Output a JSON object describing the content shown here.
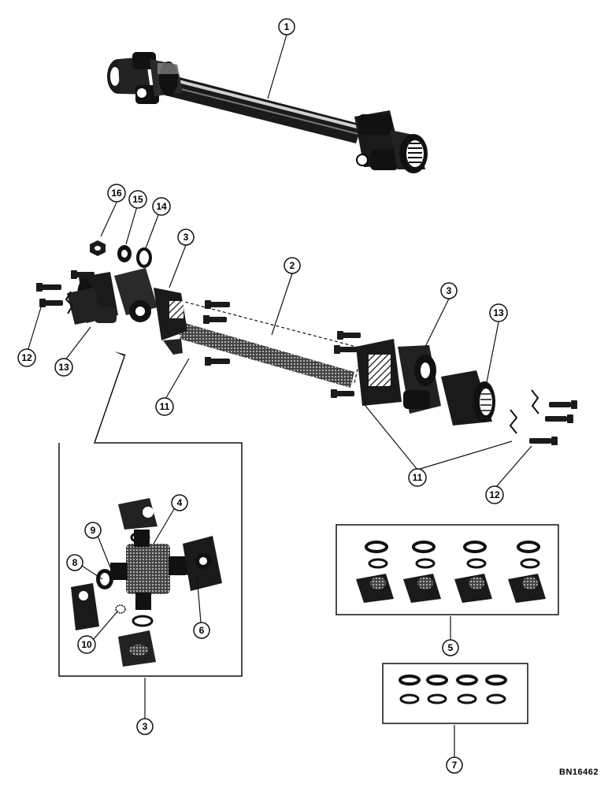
{
  "document_id": "BN16462",
  "callouts": [
    "1",
    "2",
    "3",
    "3",
    "3",
    "4",
    "5",
    "6",
    "7",
    "8",
    "9",
    "10",
    "11",
    "11",
    "12",
    "12",
    "13",
    "13",
    "14",
    "15",
    "16"
  ]
}
